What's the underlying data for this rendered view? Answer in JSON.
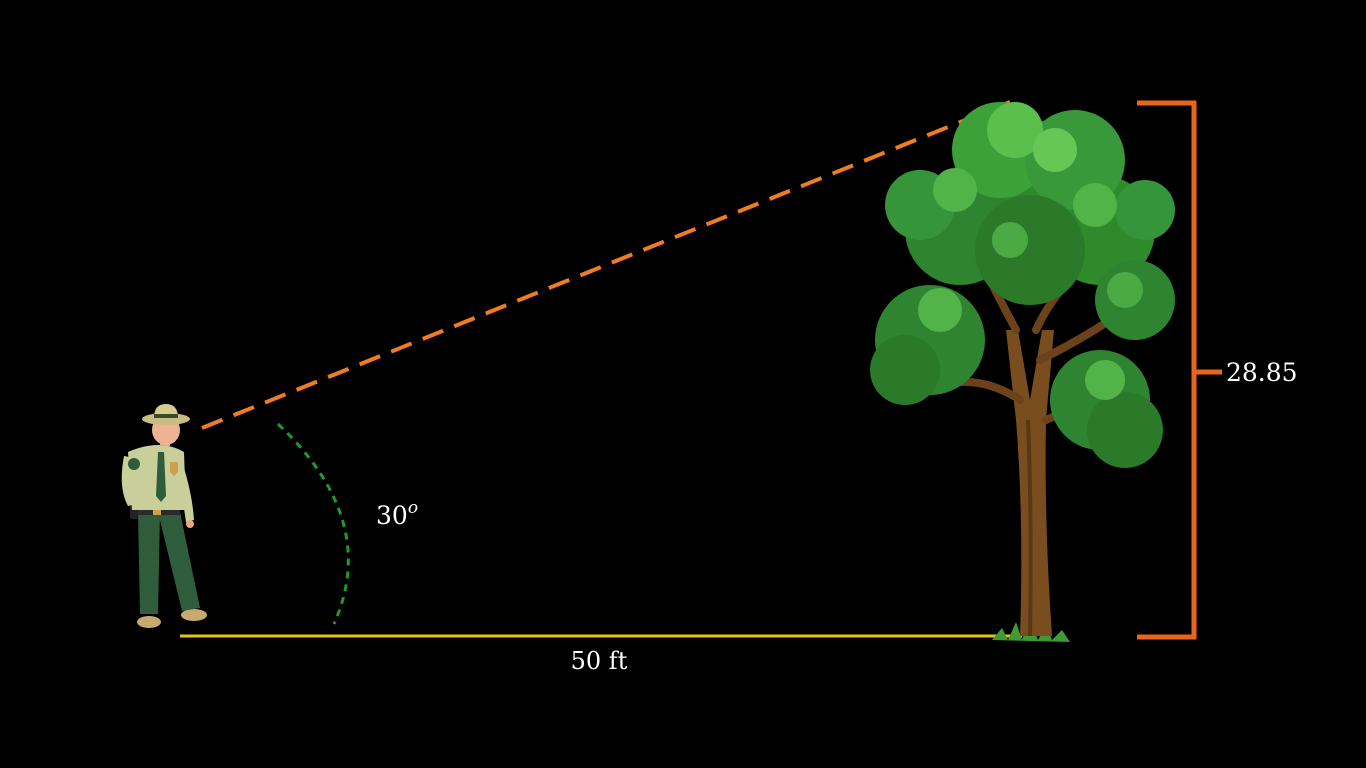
{
  "diagram": {
    "background_color": "#000000",
    "angle": {
      "value": "30",
      "superscript": "o",
      "arc_color": "#1f9a2a"
    },
    "ground": {
      "label": "50 ft",
      "line_color": "#e8c21a"
    },
    "height": {
      "label": "28.85",
      "bracket_color": "#e8651a"
    },
    "sight_line": {
      "color": "#f07c22",
      "style": "dashed"
    },
    "figures": [
      "ranger",
      "tree"
    ]
  }
}
